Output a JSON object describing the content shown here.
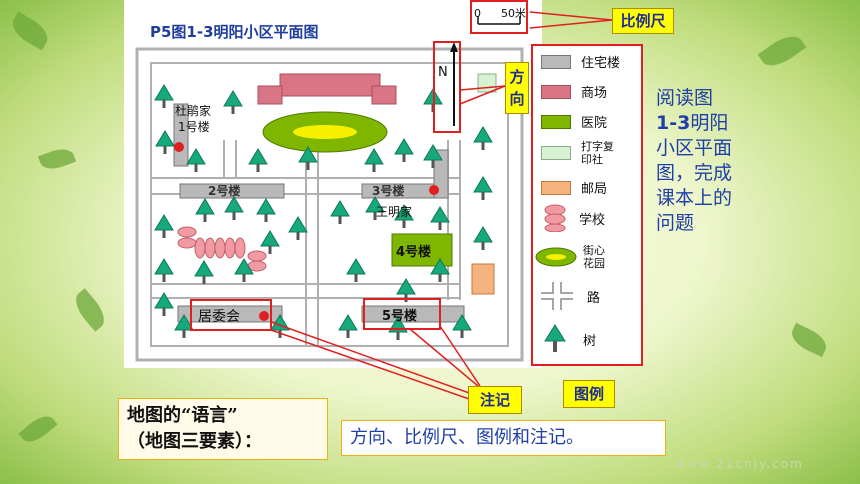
{
  "map": {
    "title": "P5图1-3明阳小区平面图",
    "north": "N",
    "buildings": {
      "b1_owner": "杜鹃家",
      "b1": "1号楼",
      "b2": "2号楼",
      "b3": "3号楼",
      "b3_owner": "王明家",
      "b4": "4号楼",
      "b5": "5号楼",
      "committee": "居委会"
    }
  },
  "scale": {
    "zero": "0",
    "distance": "50米"
  },
  "callouts": {
    "scale": "比例尺",
    "direction": "方向",
    "annotation": "注记",
    "legend": "图例"
  },
  "legend": [
    {
      "label": "住宅楼",
      "icon": "building-swatch",
      "color": "#b9b9b9"
    },
    {
      "label": "商场",
      "icon": "mall-swatch",
      "color": "#d97584"
    },
    {
      "label": "医院",
      "icon": "hospital-swatch",
      "color": "#7fb600"
    },
    {
      "label": "打字复印社",
      "label_line1": "打字复",
      "label_line2": "印社",
      "icon": "print-shop-swatch",
      "color": "#d6f2d2"
    },
    {
      "label": "邮局",
      "icon": "post-office-swatch",
      "color": "#f5b380"
    },
    {
      "label": "学校",
      "icon": "school-icon",
      "color": "#f19aa2"
    },
    {
      "label": "街心花园",
      "label_line1": "街心",
      "label_line2": "花园",
      "icon": "garden-icon",
      "color": "#7fb600"
    },
    {
      "label": "路",
      "icon": "road-icon"
    },
    {
      "label": "树",
      "icon": "tree-icon",
      "color": "#17a87c"
    }
  ],
  "side_text": {
    "line1": "阅读图",
    "fig": "1-3",
    "rest": "明阳小区平面图，完成课本上的问题"
  },
  "question": {
    "line1": "地图的“语言”",
    "line2": "（地图三要素）："
  },
  "answer": "方向、比例尺、图例和注记。",
  "watermark": "www.21cnjy.com"
}
